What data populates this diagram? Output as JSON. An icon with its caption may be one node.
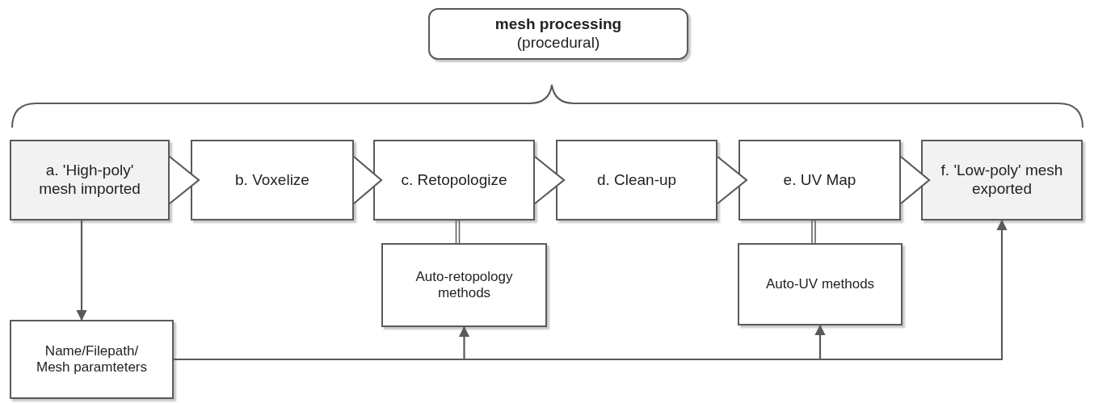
{
  "diagram": {
    "nodes": [
      {
        "text": [
          "mesh processing",
          "(procedural)"
        ]
      },
      {
        "text": [
          "a. 'High-poly' mesh imported"
        ]
      },
      {
        "text": [
          "b. Voxelize"
        ]
      },
      {
        "text": [
          "c. Retopologize"
        ]
      },
      {
        "text": [
          "d. Clean-up"
        ]
      },
      {
        "text": [
          "e. UV Map"
        ]
      },
      {
        "text": [
          "f. 'Low-poly' mesh exported"
        ]
      },
      {
        "text": [
          "Auto-retopology methods"
        ]
      },
      {
        "text": [
          "Auto-UV methods"
        ]
      },
      {
        "text": [
          "Name/Filepath/ Mesh paramteters"
        ]
      }
    ],
    "edges": [
      {
        "from": 1,
        "to": 2,
        "arrow": "to"
      },
      {
        "from": 2,
        "to": 3,
        "arrow": "to"
      },
      {
        "from": 3,
        "to": 4,
        "arrow": "to"
      },
      {
        "from": 4,
        "to": 5,
        "arrow": "to"
      },
      {
        "from": 5,
        "to": 6,
        "arrow": "to"
      },
      {
        "from": 3,
        "to": 7,
        "arrow": "none"
      },
      {
        "from": 5,
        "to": 8,
        "arrow": "none"
      },
      {
        "from": 1,
        "to": 9,
        "arrow": "to"
      },
      {
        "from": 9,
        "to": 7,
        "arrow": "to"
      },
      {
        "from": 9,
        "to": 8,
        "arrow": "to"
      },
      {
        "from": 9,
        "to": 6,
        "arrow": "to"
      }
    ]
  }
}
